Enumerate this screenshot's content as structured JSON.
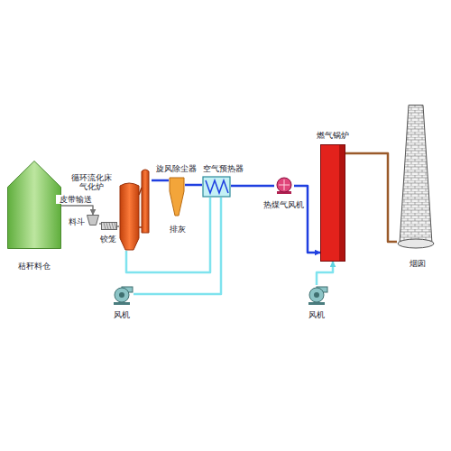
{
  "diagram": {
    "nodes": [
      {
        "text": [
          "秸秆料仓"
        ]
      },
      {
        "text": [
          "料斗"
        ]
      },
      {
        "text": [
          "铰笼"
        ]
      },
      {
        "text": [
          "循环流化床气化炉"
        ]
      },
      {
        "text": [
          "旋风除尘器"
        ]
      },
      {
        "text": [
          "空气预热器"
        ]
      },
      {
        "text": [
          "热煤气风机"
        ]
      },
      {
        "text": [
          "燃气锅炉"
        ]
      },
      {
        "text": [
          "烟囱"
        ]
      },
      {
        "text": [
          "风机"
        ]
      },
      {
        "text": [
          "风机"
        ]
      }
    ],
    "edges": [
      {
        "from": 0,
        "to": 1,
        "label": "皮带输送",
        "arrow": "to"
      },
      {
        "from": 1,
        "to": 2,
        "arrow": "none"
      },
      {
        "from": 2,
        "to": 3,
        "arrow": "none"
      },
      {
        "from": 3,
        "to": 4,
        "arrow": "none"
      },
      {
        "from": 4,
        "to": 5,
        "arrow": "none"
      },
      {
        "from": 5,
        "to": 6,
        "arrow": "none"
      },
      {
        "from": 6,
        "to": 7,
        "arrow": "to"
      },
      {
        "from": 9,
        "to": 5,
        "arrow": "none"
      },
      {
        "from": 5,
        "to": 3,
        "arrow": "none"
      },
      {
        "from": 10,
        "to": 7,
        "arrow": "to"
      },
      {
        "from": 7,
        "to": 8,
        "arrow": "none"
      }
    ],
    "labels": [
      "排灰"
    ]
  }
}
